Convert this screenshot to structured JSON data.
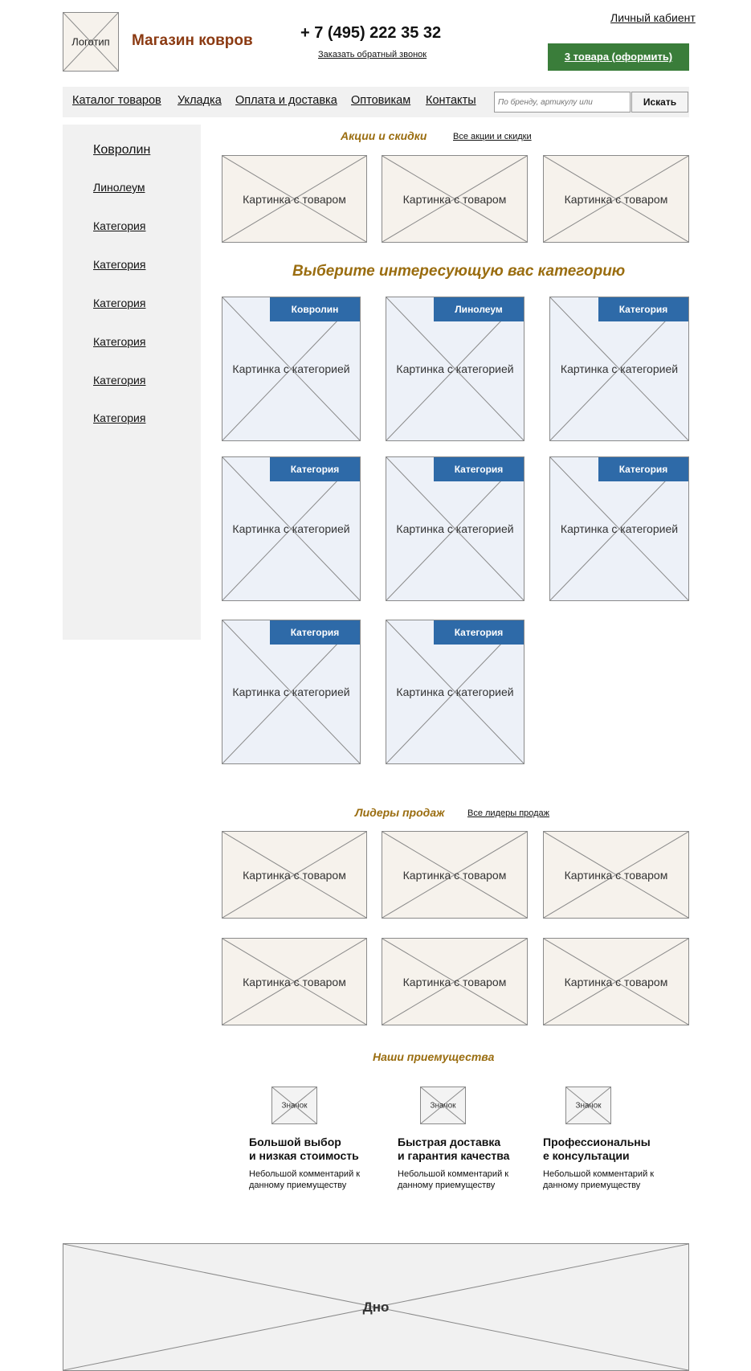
{
  "header": {
    "logo_text": "Логотип",
    "shop_name": "Магазин ковров",
    "phone": "+ 7 (495) 222 35 32",
    "callback_link": "Заказать обратный звонок",
    "account_link": "Личный кабиент",
    "cart_button": "3 товара (оформить)"
  },
  "nav": {
    "items": [
      "Каталог товаров",
      "Укладка",
      "Оплата и доставка",
      "Оптовикам",
      "Контакты"
    ],
    "search_placeholder": "По бренду, артикулу или",
    "search_button": "Искать"
  },
  "sidebar": {
    "items": [
      "Ковролин",
      "Линолеум",
      "Категория",
      "Категория",
      "Категория",
      "Категория",
      "Категория",
      "Категория"
    ]
  },
  "promo": {
    "title": "Акции и скидки",
    "all_link": "Все акции и скидки",
    "products": [
      "Картинка с товаром",
      "Картинка с товаром",
      "Картинка с товаром"
    ]
  },
  "categories": {
    "title": "Выберите интересующую вас категорию",
    "tiles": [
      {
        "tag": "Ковролин",
        "label": "Картинка с категорией"
      },
      {
        "tag": "Линолеум",
        "label": "Картинка с категорией"
      },
      {
        "tag": "Категория",
        "label": "Картинка с категорией"
      },
      {
        "tag": "Категория",
        "label": "Картинка с категорией"
      },
      {
        "tag": "Категория",
        "label": "Картинка с категорией"
      },
      {
        "tag": "Категория",
        "label": "Картинка с категорией"
      },
      {
        "tag": "Категория",
        "label": "Картинка с категорией"
      },
      {
        "tag": "Категория",
        "label": "Картинка с категорией"
      }
    ]
  },
  "leaders": {
    "title": "Лидеры продаж",
    "all_link": "Все лидеры продаж",
    "products": [
      "Картинка с товаром",
      "Картинка с товаром",
      "Картинка с товаром",
      "Картинка с товаром",
      "Картинка с товаром",
      "Картинка с товаром"
    ]
  },
  "advantages": {
    "title": "Наши приемущества",
    "items": [
      {
        "icon": "Значок",
        "title_line1": "Большой выбор",
        "title_line2": "и низкая стоимость",
        "text_line1": "Небольшой комментарий к",
        "text_line2": "данному приемуществу"
      },
      {
        "icon": "Значок",
        "title_line1": "Быстрая доставка",
        "title_line2": "и гарантия качества",
        "text_line1": "Небольшой комментарий к",
        "text_line2": "данному приемуществу"
      },
      {
        "icon": "Значок",
        "title_line1": "Профессиональны",
        "title_line2": "е консультации",
        "text_line1": "Небольшой комментарий к",
        "text_line2": "данному приемуществу"
      }
    ]
  },
  "footer": {
    "label": "Дно"
  },
  "colors": {
    "shop_name": "#8b3a12",
    "cart": "#3a7d3a",
    "section_title": "#9a6d10",
    "category_tag": "#2e6aa8",
    "sidebar": "#f1f1f1"
  }
}
